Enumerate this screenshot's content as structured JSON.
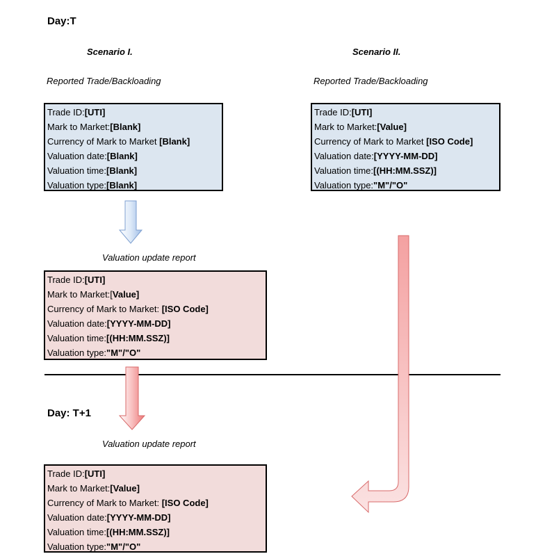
{
  "days": {
    "day_t": "Day:T",
    "day_t1": "Day: T+1"
  },
  "scenarios": {
    "scenario_1": "Scenario I.",
    "scenario_2": "Scenario II."
  },
  "captions": {
    "reported_1": "Reported Trade/Backloading",
    "reported_2": "Reported Trade/Backloading",
    "valuation_update_1": "Valuation update report",
    "valuation_update_2": "Valuation update report"
  },
  "boxes": {
    "s1_reported": [
      {
        "label": "Trade ID:",
        "value": "[UTI]"
      },
      {
        "label": "Mark to Market:",
        "value": "[Blank]"
      },
      {
        "label": "Currency of Mark to Market ",
        "value": "[Blank]"
      },
      {
        "label": "Valuation date:",
        "value": "[Blank]"
      },
      {
        "label": "Valuation time:",
        "value": "[Blank]"
      },
      {
        "label": "Valuation type:",
        "value": "[Blank]"
      }
    ],
    "s2_reported": [
      {
        "label": "Trade ID:",
        "value": "[UTI]"
      },
      {
        "label": "Mark to Market:",
        "value": "[Value]"
      },
      {
        "label": "Currency of Mark to Market ",
        "value": "[ISO Code]"
      },
      {
        "label": "Valuation date:",
        "value": "[YYYY-MM-DD]"
      },
      {
        "label": "Valuation time:",
        "value": "[(HH:MM.SSZ)]"
      },
      {
        "label": "Valuation type:",
        "value": "\"M\"/\"O\""
      }
    ],
    "s1_update_t": [
      {
        "label": "Trade ID:",
        "value": "[UTI]"
      },
      {
        "label": "Mark to Market:[",
        "value": "Value]"
      },
      {
        "label": "Currency of Mark to Market: ",
        "value": "[ISO Code]"
      },
      {
        "label": "Valuation date:",
        "value": "[YYYY-MM-DD]"
      },
      {
        "label": "Valuation time:",
        "value": "[(HH:MM.SSZ)]"
      },
      {
        "label": "Valuation type:",
        "value": "\"M\"/\"O\""
      }
    ],
    "update_t1": [
      {
        "label": "Trade ID:",
        "value": "[UTI]"
      },
      {
        "label": "Mark to Market:",
        "value": "[Value]"
      },
      {
        "label": "Currency of Mark to Market: ",
        "value": "[ISO Code]"
      },
      {
        "label": "Valuation date:",
        "value": "[YYYY-MM-DD]"
      },
      {
        "label": "Valuation time:",
        "value": "[(HH:MM.SSZ)]"
      },
      {
        "label": "Valuation type:",
        "value": "\"M\"/\"O\""
      }
    ]
  },
  "colors": {
    "blue_fill": "#dce6f0",
    "pink_fill": "#f2dcdb",
    "blue_arrow": "#a9c6ec",
    "pink_arrow": "#f08a8a"
  },
  "icons": {
    "arrow_1": "down-arrow-icon",
    "arrow_2": "down-arrow-icon",
    "arrow_3": "bent-left-arrow-icon"
  }
}
